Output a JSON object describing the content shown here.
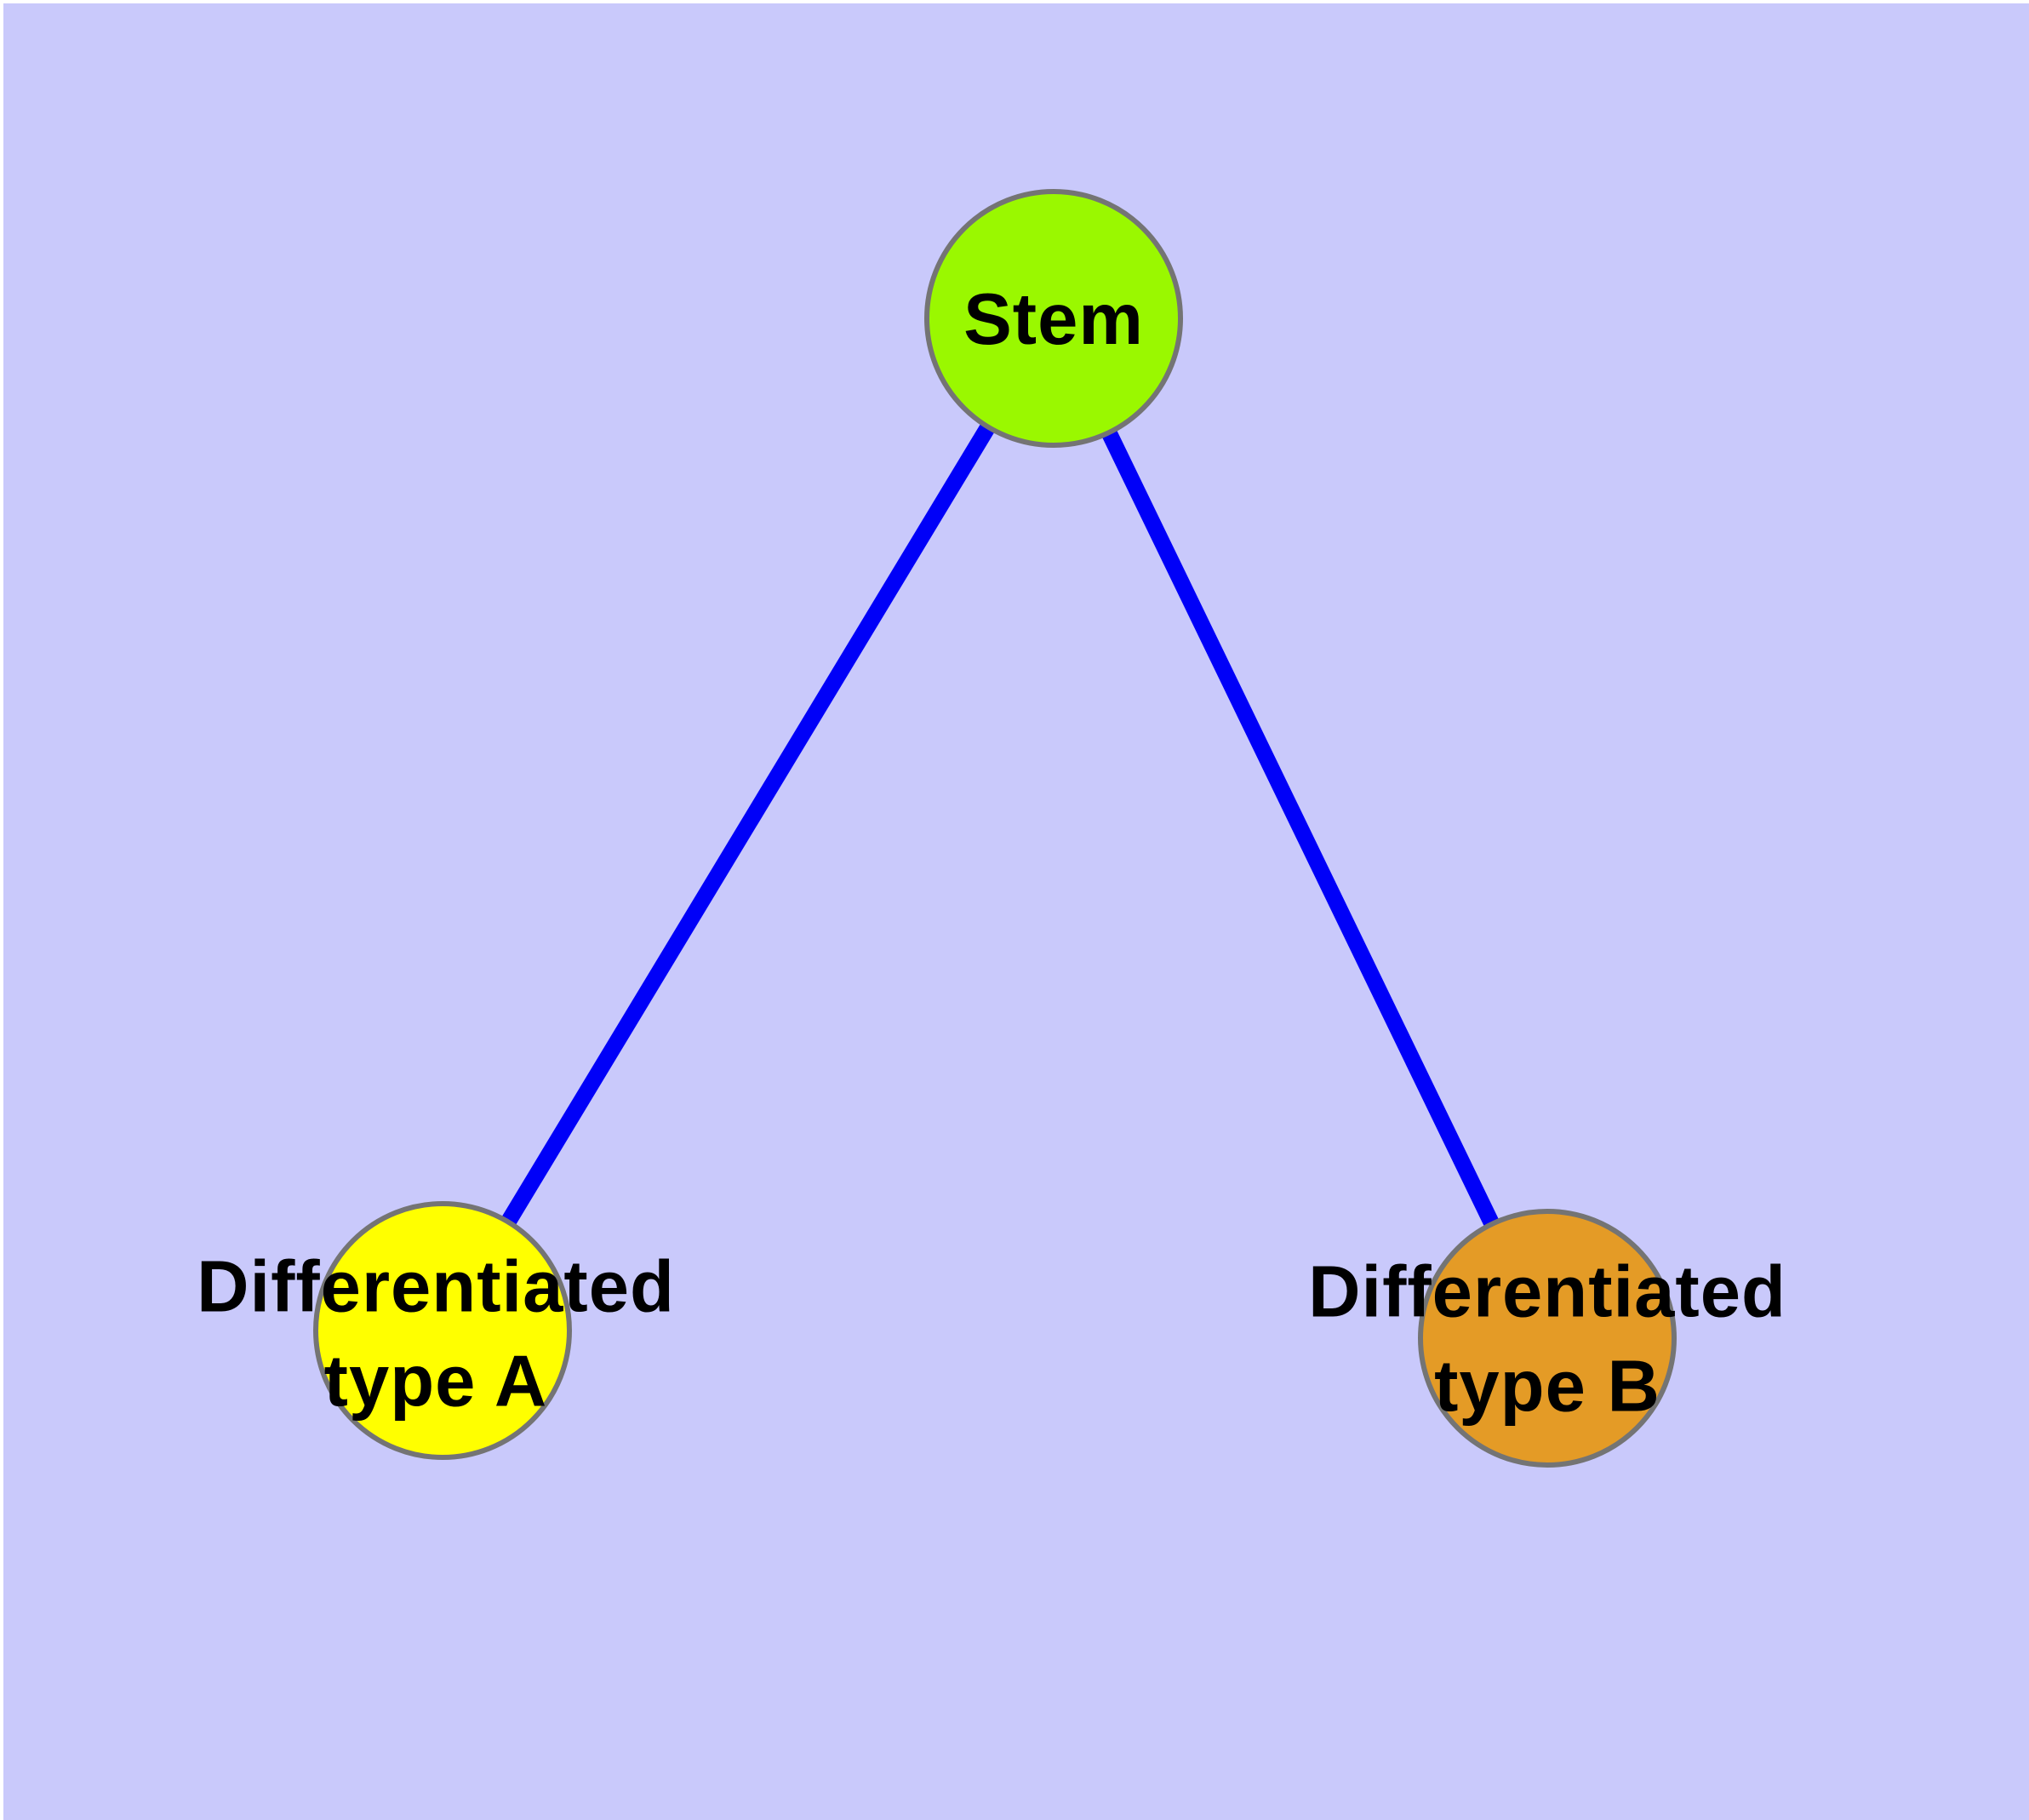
{
  "background_color": "#C9C9FB",
  "diagram": {
    "type": "graph",
    "edge_color": "#0000F8",
    "node_border_color": "#747474",
    "label_color": "#000000",
    "nodes": [
      {
        "id": "stem",
        "label": "Stem",
        "fill": "#9AF800"
      },
      {
        "id": "differentiated-type-a",
        "label": "Differentiated\ntype A",
        "fill": "#FFFF00"
      },
      {
        "id": "differentiated-type-b",
        "label": "Differentiated\ntype B",
        "fill": "#E49B26"
      }
    ],
    "edges": [
      {
        "from": "stem",
        "to": "differentiated-type-a"
      },
      {
        "from": "stem",
        "to": "differentiated-type-b"
      }
    ]
  }
}
